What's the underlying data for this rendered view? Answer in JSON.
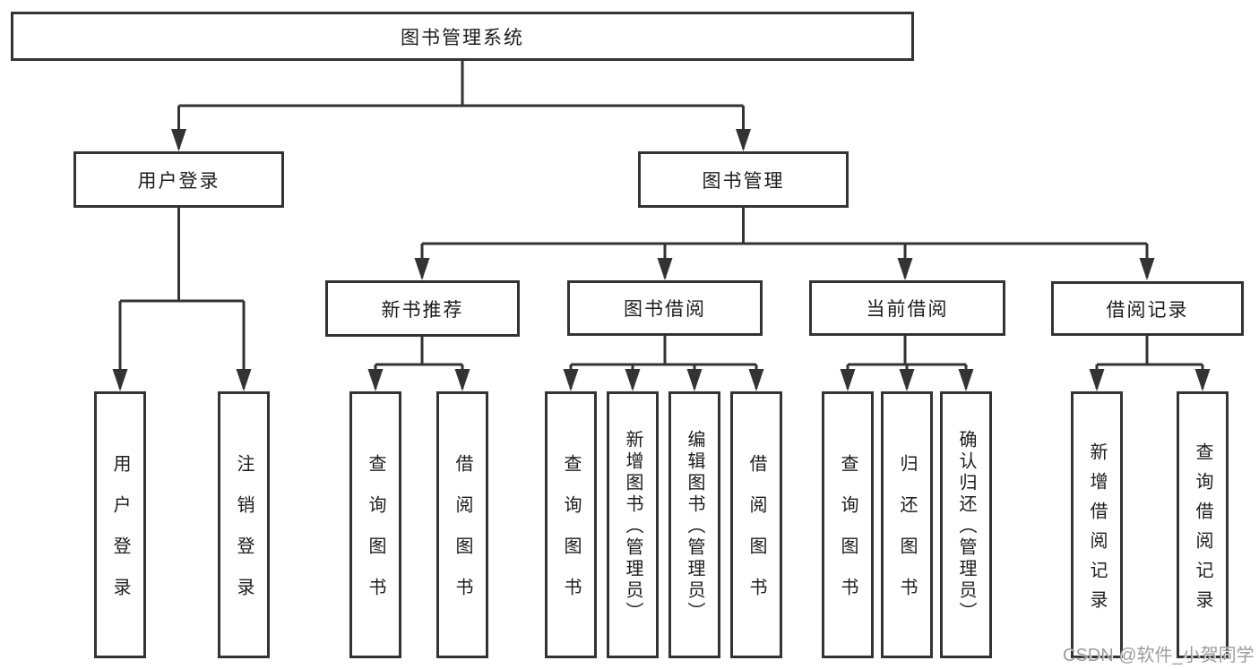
{
  "nodes": {
    "root": "图书管理系统",
    "user_login": "用户登录",
    "book_management": "图书管理",
    "new_book_recommendation": "新书推荐",
    "book_borrowing": "图书借阅",
    "current_borrowing": "当前借阅",
    "borrowing_records": "借阅记录"
  },
  "leaves": {
    "user_login": [
      "用户登录",
      "注销登录"
    ],
    "new_book_recommendation": [
      "查询图书",
      "借阅图书"
    ],
    "book_borrowing": [
      "查询图书",
      "新增图书（管理员）",
      "编辑图书（管理员）",
      "借阅图书"
    ],
    "current_borrowing": [
      "查询图书",
      "归还图书",
      "确认归还（管理员）"
    ],
    "borrowing_records": [
      "新增借阅记录",
      "查询借阅记录"
    ]
  },
  "watermark": "CSDN @软件_小贺同学",
  "colors": {
    "line": "#333333",
    "box_border": "#333333",
    "box_fill": "#ffffff",
    "text": "#1c1c1c",
    "watermark": "#9c9c9c",
    "background": "#ffffff"
  }
}
